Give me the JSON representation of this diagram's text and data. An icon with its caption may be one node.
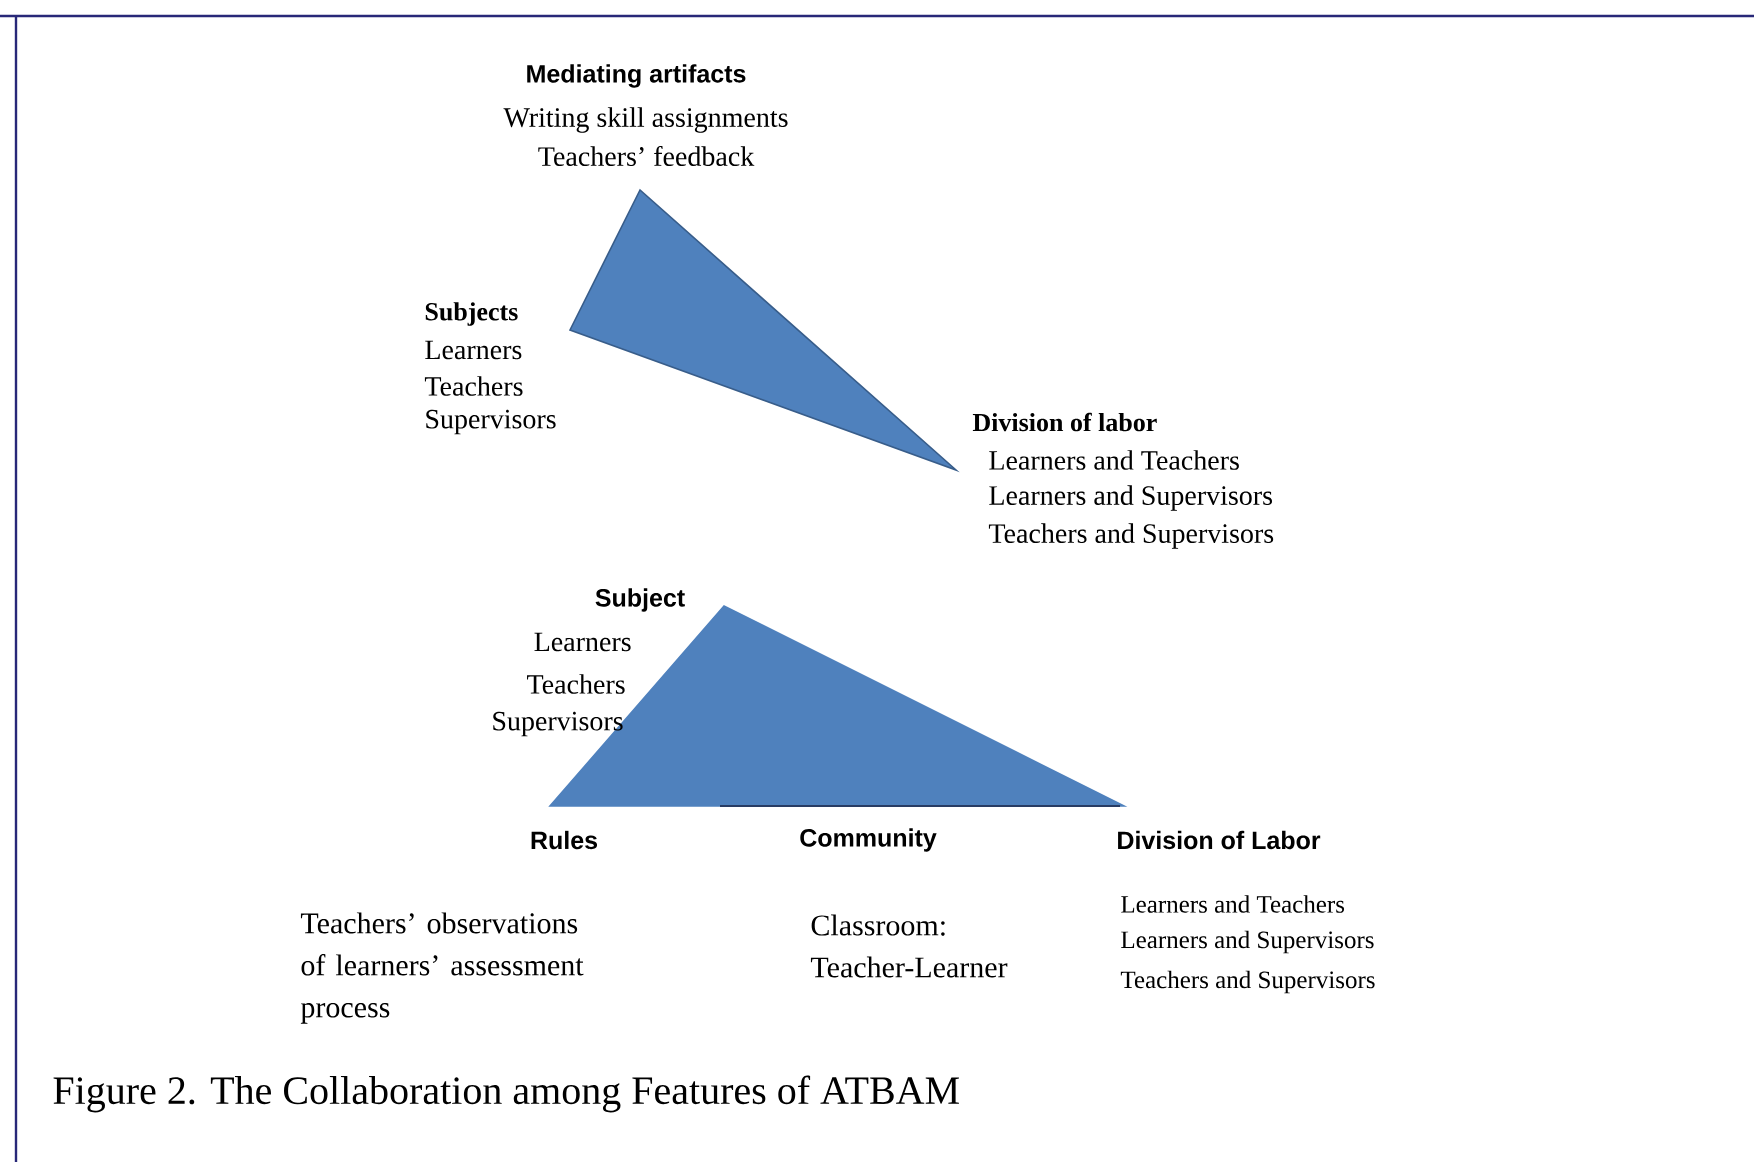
{
  "diagram": {
    "caption": "Figure 2. The Collaboration among Features of ATBAM",
    "labels": [
      "Mediating artifacts",
      "Writing skill assignments",
      "Teachers’ feedback",
      "Subjects",
      "Learners",
      "Teachers",
      "Supervisors",
      "Division of labor",
      "Learners and Teachers",
      "Learners and Supervisors",
      "Teachers and Supervisors",
      "Subject",
      "Learners",
      "Teachers",
      "Supervisors",
      "Rules",
      "Community",
      "Division of Labor",
      "Teachers’ observations of learners’ assessment process",
      "Classroom: Teacher-Learner",
      "Learners and Teachers",
      "Learners and Supervisors",
      "Teachers and Supervisors"
    ]
  }
}
